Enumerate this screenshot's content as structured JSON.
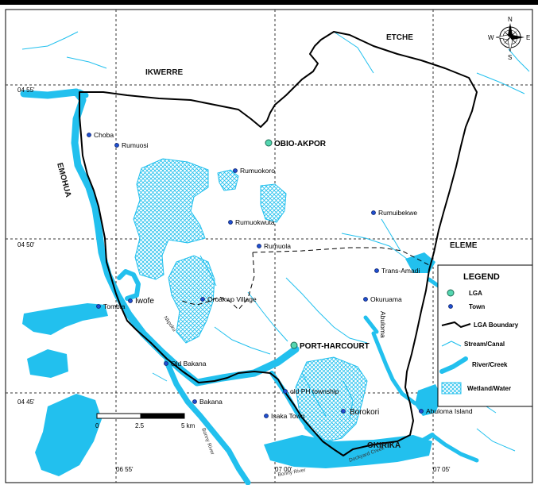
{
  "regions": {
    "ikwerre": "IKWERRE",
    "etche": "ETCHE",
    "emohua": "EMOHUA",
    "eleme": "ELEME",
    "okirika": "OKIRIKA"
  },
  "lgas": {
    "obio_akpor": "OBIO-AKPOR",
    "port_harcourt": "PORT-HARCOURT"
  },
  "towns": [
    "Choba",
    "Rumuosi",
    "Rumuokoro",
    "Rumuokwuta",
    "Rumuola",
    "Rumuibekwe",
    "Trans-Amadi",
    "Okuruama",
    "Oroakwo Village",
    "Iwofe",
    "Tombia",
    "Old Bakana",
    "Bakana",
    "old PH township",
    "Isaka Town",
    "Borokori",
    "Abuloma Island"
  ],
  "water_labels": {
    "abuloma": "Abuloma",
    "dockyard_creek": "Dockyard Creek",
    "bonny_river": "Bonny River",
    "bonny_river_2": "Bonny River",
    "nkpoku": "Nkpoku"
  },
  "coords": {
    "lat_1": "04 55'",
    "lat_2": "04 50'",
    "lat_3": "04 45'",
    "lon_1": "06 55'",
    "lon_2": "07 00'",
    "lon_3": "07 05'"
  },
  "scale": {
    "zero": "0",
    "mid": "2.5",
    "end": "5 km"
  },
  "compass": {
    "n": "N",
    "s": "S",
    "e": "E",
    "w": "W"
  },
  "legend": {
    "title": "LEGEND",
    "lga": "LGA",
    "town": "Town",
    "lga_boundary": "LGA Boundary",
    "stream": "Stream/Canal",
    "river": "River/Creek",
    "wetland": "Wetland/Water"
  },
  "colors": {
    "water": "#22c0ee",
    "town_dot": "#1f4fd0",
    "lga_dot": "#55d6b0",
    "boundary": "#000000"
  }
}
